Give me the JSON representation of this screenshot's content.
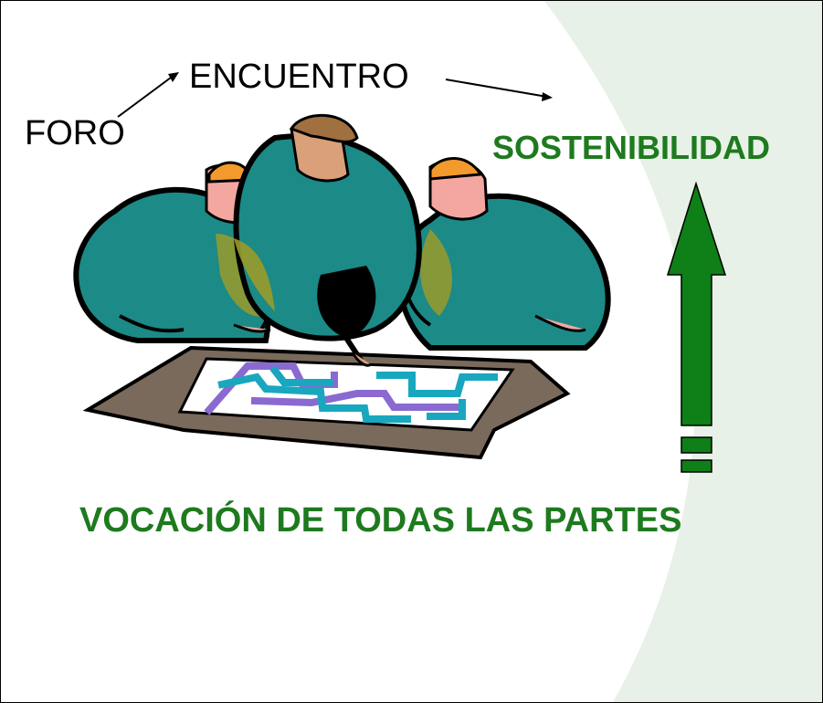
{
  "slide": {
    "labels": {
      "foro": "FORO",
      "encuentro": "ENCUENTRO",
      "sostenibilidad": "SOSTENIBILIDAD",
      "vocacion": "VOCACIÓN DE TODAS LAS PARTES"
    },
    "colors": {
      "accent_green": "#1e7a1e",
      "arrow_green": "#0f7f17",
      "background_swoosh": "#e8f1e7",
      "figure_teal": "#1c8a86",
      "figure_olive": "#9a9a2a",
      "map_brown": "#7a6a5c",
      "maze_purple": "#8a6ad0",
      "maze_teal": "#19a7bf",
      "skin": "#f3a7a0",
      "helmet_orange": "#f39a2c"
    },
    "icons": {
      "clipart": "people-planning-over-map-illustration",
      "up_arrow": "up-arrow-icon",
      "pointer_arrows": [
        "arrow-icon",
        "arrow-icon"
      ]
    }
  }
}
